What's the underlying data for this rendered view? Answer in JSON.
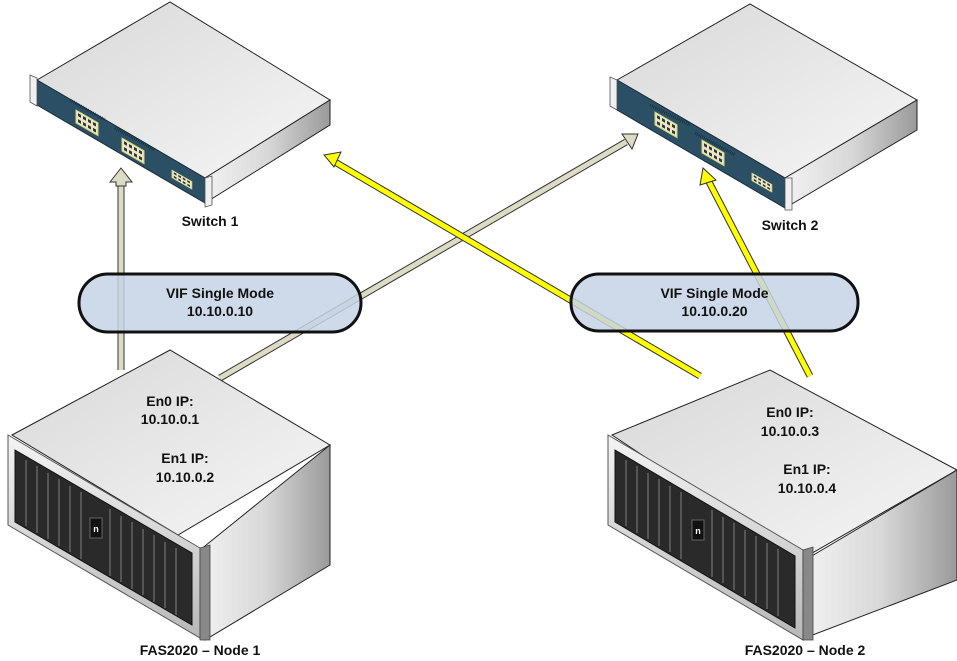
{
  "diagram": {
    "title": "FAS2020 VIF Single Mode Network Topology",
    "switches": [
      {
        "name": "Switch 1"
      },
      {
        "name": "Switch 2"
      }
    ],
    "vifs": [
      {
        "mode": "VIF Single Mode",
        "ip": "10.10.0.10"
      },
      {
        "mode": "VIF Single Mode",
        "ip": "10.10.0.20"
      }
    ],
    "nodes": [
      {
        "name": "FAS2020 – Node 1",
        "en0_label": "En0 IP:",
        "en0_ip": "10.10.0.1",
        "en1_label": "En1 IP:",
        "en1_ip": "10.10.0.2"
      },
      {
        "name": "FAS2020 – Node 2",
        "en0_label": "En0 IP:",
        "en0_ip": "10.10.0.3",
        "en1_label": "En1 IP:",
        "en1_ip": "10.10.0.4"
      }
    ],
    "links": [
      {
        "from": "Node 1",
        "to": "Switch 1",
        "state": "standby"
      },
      {
        "from": "Node 1",
        "to": "Switch 2",
        "state": "standby"
      },
      {
        "from": "Node 2",
        "to": "Switch 1",
        "state": "active"
      },
      {
        "from": "Node 2",
        "to": "Switch 2",
        "state": "active"
      }
    ],
    "colors": {
      "active_link": "#ffff00",
      "standby_link": "#dcdcc4",
      "vif_fill": "#c5d3e6",
      "switch_front": "#2b5066",
      "chassis": "#e4e4e4"
    }
  }
}
